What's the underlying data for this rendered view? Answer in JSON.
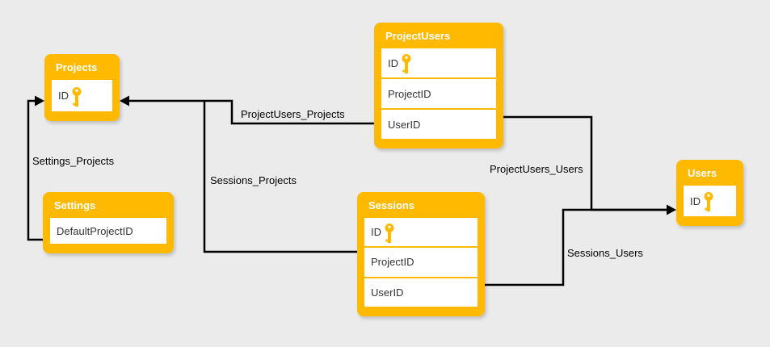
{
  "diagram": {
    "background_color": "#ebebeb",
    "accent_color": "#ffb900",
    "line_color": "#000000"
  },
  "tables": {
    "projects": {
      "name": "Projects",
      "columns": {
        "id": {
          "label": "ID",
          "pk": true
        }
      }
    },
    "project_users": {
      "name": "ProjectUsers",
      "columns": {
        "id": {
          "label": "ID",
          "pk": true
        },
        "project_id": {
          "label": "ProjectID",
          "pk": false
        },
        "user_id": {
          "label": "UserID",
          "pk": false
        }
      }
    },
    "settings": {
      "name": "Settings",
      "columns": {
        "default_project_id": {
          "label": "DefaultProjectID",
          "pk": false
        }
      }
    },
    "sessions": {
      "name": "Sessions",
      "columns": {
        "id": {
          "label": "ID",
          "pk": true
        },
        "project_id": {
          "label": "ProjectID",
          "pk": false
        },
        "user_id": {
          "label": "UserID",
          "pk": false
        }
      }
    },
    "users": {
      "name": "Users",
      "columns": {
        "id": {
          "label": "ID",
          "pk": true
        }
      }
    }
  },
  "relationships": {
    "settings_projects": {
      "label": "Settings_Projects",
      "from": "Settings",
      "to": "Projects"
    },
    "project_users_projects": {
      "label": "ProjectUsers_Projects",
      "from": "ProjectUsers",
      "to": "Projects"
    },
    "sessions_projects": {
      "label": "Sessions_Projects",
      "from": "Sessions",
      "to": "Projects"
    },
    "project_users_users": {
      "label": "ProjectUsers_Users",
      "from": "ProjectUsers",
      "to": "Users"
    },
    "sessions_users": {
      "label": "Sessions_Users",
      "from": "Sessions",
      "to": "Users"
    }
  }
}
